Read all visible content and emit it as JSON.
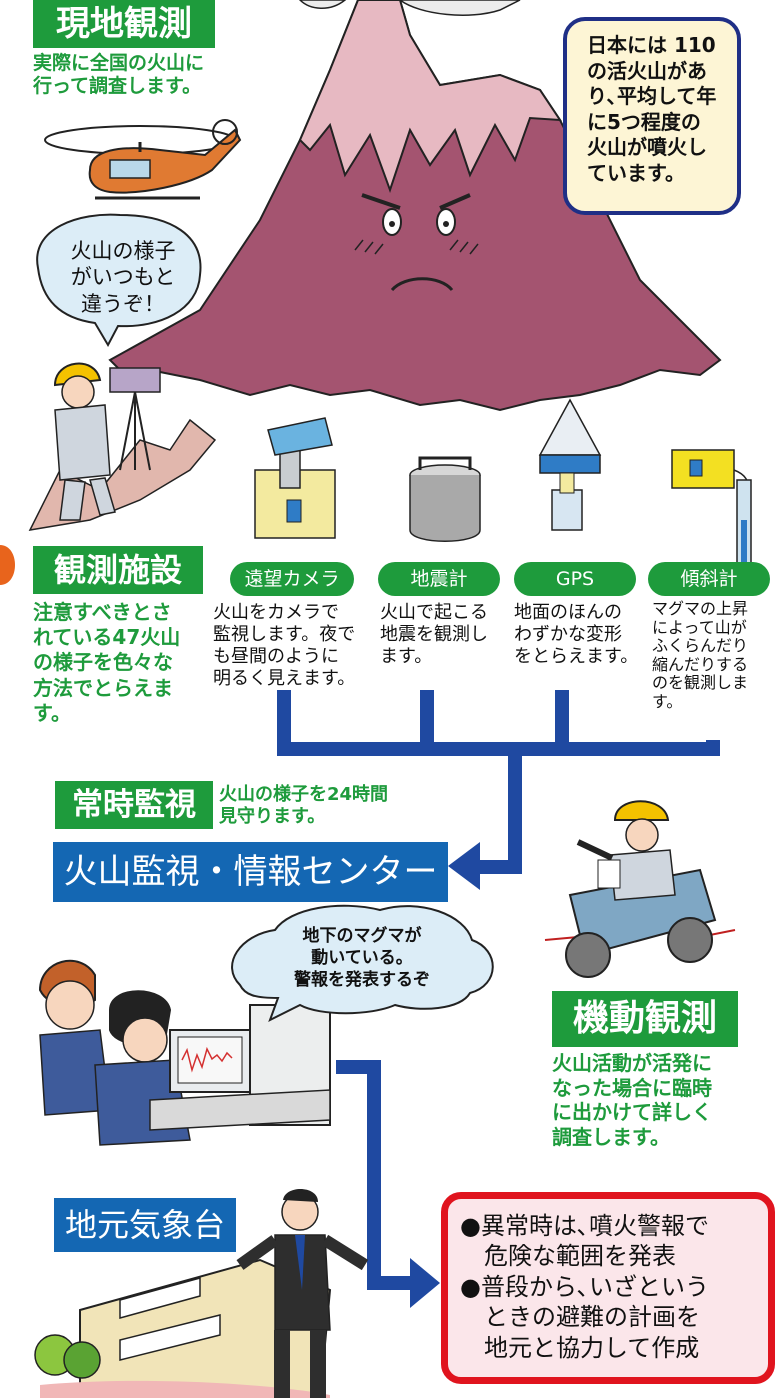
{
  "field": {
    "title": "現地観測",
    "desc": [
      "実際に全国の火山に",
      "行って調査します。"
    ],
    "speech": [
      "火山の様子",
      "がいつもと",
      "違うぞ！"
    ]
  },
  "info_box": [
    "日本には 110",
    "の活火山があ",
    "り､平均して年",
    "に5つ程度の",
    "火山が噴火し",
    "ています。"
  ],
  "facilities": {
    "title": "観測施設",
    "desc": [
      "注意すべきとさ",
      "れている47火山",
      "の様子を色々な",
      "方法でとらえま",
      "す。"
    ],
    "items": [
      {
        "label": "遠望カメラ",
        "desc": [
          "火山をカメラで",
          "監視します。夜で",
          "も昼間のように",
          "明るく見えます。"
        ]
      },
      {
        "label": "地震計",
        "desc": [
          "火山で起こる",
          "地震を観測し",
          "ます。"
        ]
      },
      {
        "label": "GPS",
        "desc": [
          "地面のほんの",
          "わずかな変形",
          "をとらえます。"
        ]
      },
      {
        "label": "傾斜計",
        "desc": [
          "マグマの上昇",
          "によって山が",
          "ふくらんだり",
          "縮んだりする",
          "のを観測しま",
          "す。"
        ]
      }
    ]
  },
  "monitoring": {
    "title": "常時監視",
    "desc": [
      "火山の様子を24時間",
      "見守ります。"
    ],
    "center": "火山監視・情報センター",
    "speech": [
      "地下のマグマが",
      "動いている。",
      "警報を発表するぞ"
    ]
  },
  "mobile": {
    "title": "機動観測",
    "desc": [
      "火山活動が活発に",
      "なった場合に臨時",
      "に出かけて詳しく",
      "調査します。"
    ]
  },
  "local": {
    "title": "地元気象台"
  },
  "alert": [
    "●異常時は､噴火警報で",
    "危険な範囲を発表",
    "●普段から､いざという",
    "ときの避難の計画を",
    "地元と協力して作成"
  ],
  "colors": {
    "green": "#1e9b3c",
    "blue": "#1467b3",
    "navy": "#1f2f86",
    "red": "#e0141e",
    "volcano": "#a45470",
    "cream": "#fdf5d5"
  }
}
